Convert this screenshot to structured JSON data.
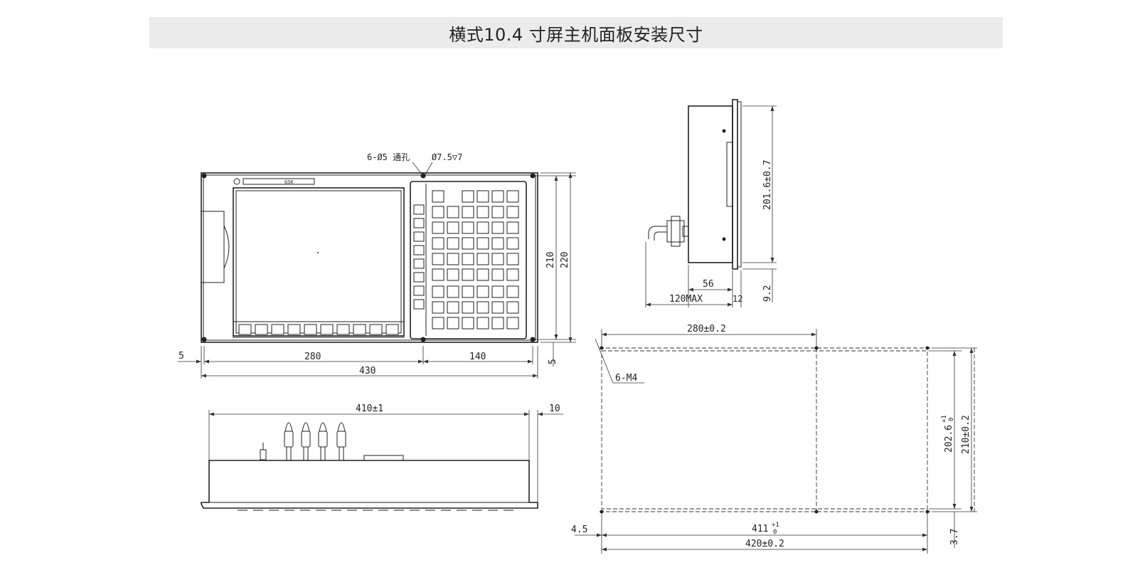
{
  "title": "横式10.4 寸屏主机面板安装尺寸",
  "front_view": {
    "hole_note": "6-Ø5 通孔",
    "counterbore_note": "Ø7.5▽7",
    "dim_width_total": "430",
    "dim_left_section": "280",
    "dim_right_section": "140",
    "dim_margin_left": "5",
    "dim_margin_bottom": "5",
    "dim_height_inner": "210",
    "dim_height_total": "220",
    "screen_logo": "GSK"
  },
  "side_view": {
    "dim_height": "201.6±0.7",
    "dim_depth": "56",
    "dim_max_depth": "120MAX",
    "dim_panel_thickness": "12",
    "dim_bottom_offset": "9.2"
  },
  "bottom_view": {
    "dim_width": "410±1",
    "dim_offset": "10"
  },
  "cutout_view": {
    "dim_hole_spacing": "280±0.2",
    "thread_note": "6-M4",
    "dim_inner_height_main": "202.6",
    "dim_inner_height_tol_upper": "+1",
    "dim_inner_height_tol_lower": "0",
    "dim_outer_height": "210±0.2",
    "dim_cutout_width_main": "411",
    "dim_cutout_width_tol_upper": "+1",
    "dim_cutout_width_tol_lower": "0",
    "dim_hole_width": "420±0.2",
    "dim_left_offset": "4.5",
    "dim_bottom_offset": "3.7"
  }
}
